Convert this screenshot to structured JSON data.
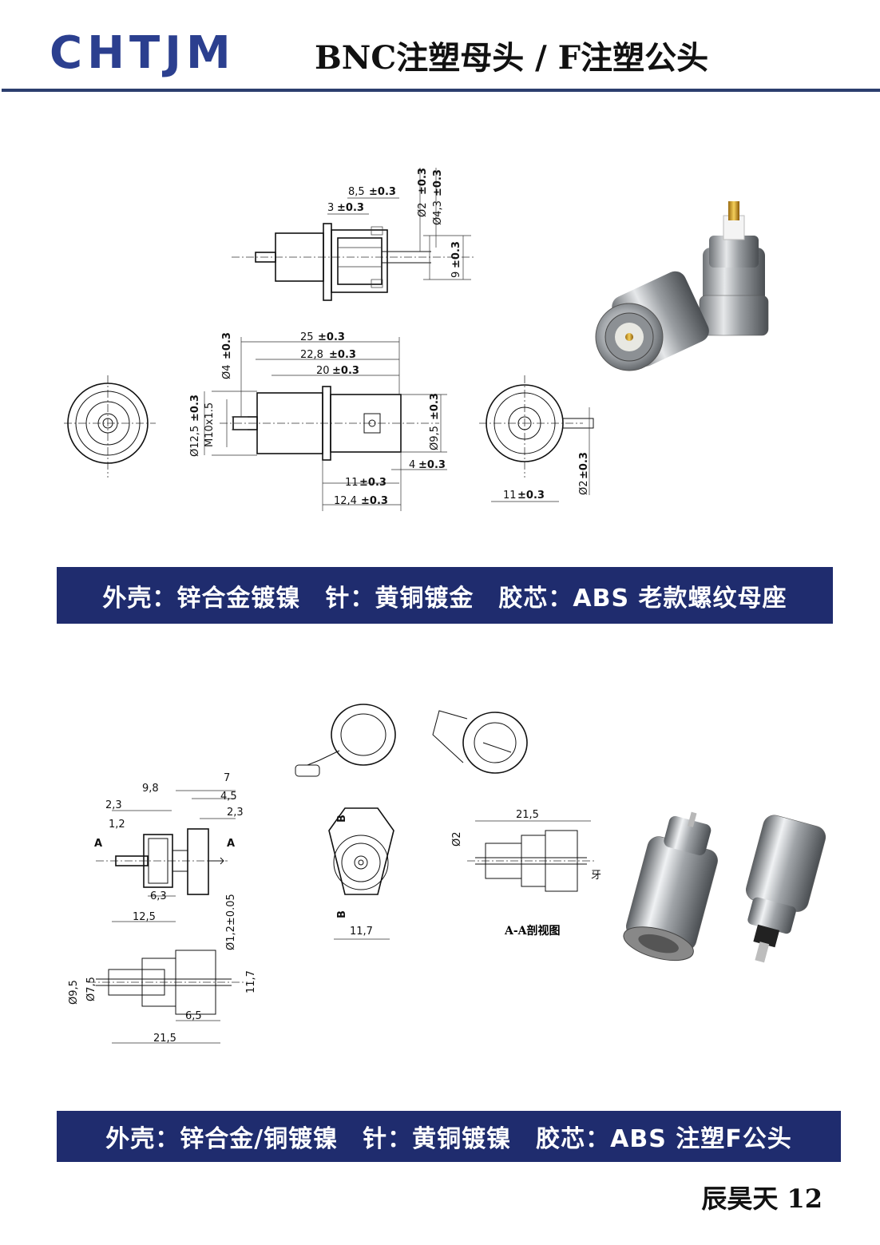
{
  "header": {
    "logo_text": "CHTJM",
    "title": "BNC注塑母头 / F注塑公头"
  },
  "colors": {
    "brand": "#2b3f8f",
    "banner_bg": "#1f2c6e",
    "rule": "#2c3e6e"
  },
  "bnc_drawing": {
    "dims": {
      "d1": "8,5",
      "d2": "3",
      "d3": "Ø2",
      "d4": "Ø4,3",
      "d5": "9",
      "d6": "25",
      "d7": "22,8",
      "d8": "20",
      "d9": "Ø4",
      "d10": "Ø12,5",
      "d11": "M10x1.5",
      "d12": "Ø9,5",
      "d13": "4",
      "d14": "11",
      "d15": "12,4",
      "d16": "11",
      "d17": "Ø2"
    },
    "tol": "±0.3"
  },
  "banner1": {
    "text": "外壳：锌合金镀镍　针：黄铜镀金　胶芯：ABS 老款螺纹母座"
  },
  "f_drawing": {
    "dims": {
      "a1": "9,8",
      "a2": "7",
      "a3": "4,5",
      "a4": "2,3",
      "a5": "2,3",
      "a6": "1,2",
      "a7": "A",
      "a8": "A",
      "a9": "6,3",
      "a10": "12,5",
      "b1": "B",
      "b2": "B",
      "b3": "11,7",
      "c1": "21,5",
      "c2": "Ø2",
      "c3": "牙",
      "c4": "A-A剖视图",
      "e1": "Ø1,2±0.05",
      "e2": "Ø9,5",
      "e3": "Ø7,5",
      "e4": "11,7",
      "e5": "6,5",
      "e6": "21,5"
    }
  },
  "banner2": {
    "text": "外壳：锌合金/铜镀镍　针：黄铜镀镍　胶芯：ABS 注塑F公头"
  },
  "footer": {
    "text": "辰昊天 12"
  }
}
